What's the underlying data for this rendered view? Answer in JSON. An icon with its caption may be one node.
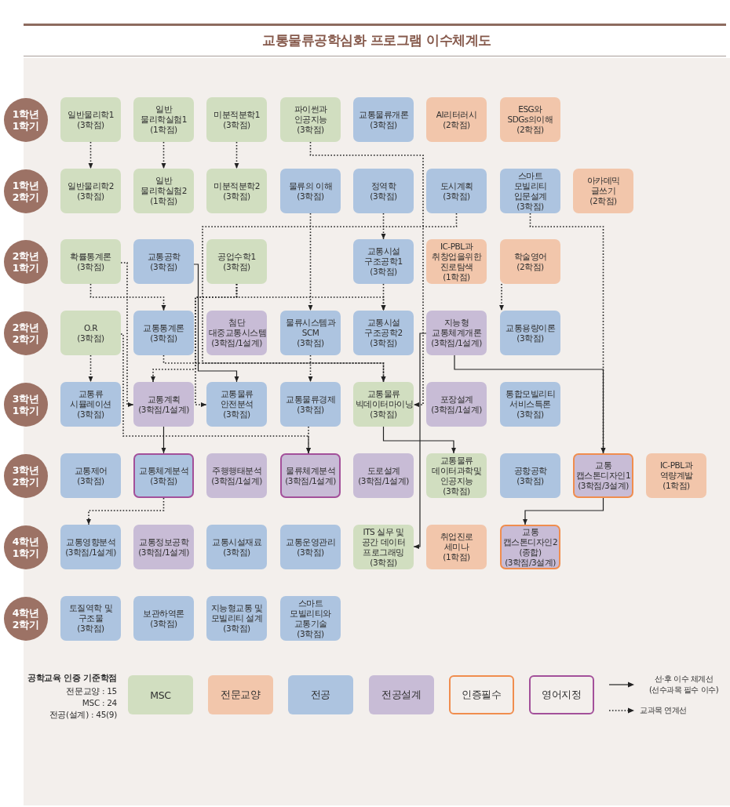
{
  "diagram": {
    "title": "교통물류공학심화 프로그램 이수체계도",
    "nodes": [
      {
        "text": [
          "1학년 1학기"
        ]
      },
      {
        "text": [
          "일반물리학1",
          "(3학점)"
        ]
      },
      {
        "text": [
          "일반 물리학실험1",
          "(1학점)"
        ]
      },
      {
        "text": [
          "미분적분학1",
          "(3학점)"
        ]
      },
      {
        "text": [
          "파이썬과 인공지능",
          "(3학점)"
        ]
      },
      {
        "text": [
          "교통물류개론",
          "(3학점)"
        ]
      },
      {
        "text": [
          "AI리터러시",
          "(2학점)"
        ]
      },
      {
        "text": [
          "ESG와 SDGs의이해",
          "(2학점)"
        ]
      },
      {
        "text": [
          "1학년 2학기"
        ]
      },
      {
        "text": [
          "일반물리학2",
          "(3학점)"
        ]
      },
      {
        "text": [
          "일반 물리학실험2",
          "(1학점)"
        ]
      },
      {
        "text": [
          "미분적분학2",
          "(3학점)"
        ]
      },
      {
        "text": [
          "물류의 이해",
          "(3학점)"
        ]
      },
      {
        "text": [
          "정역학",
          "(3학점)"
        ]
      },
      {
        "text": [
          "도시계획",
          "(3학점)"
        ]
      },
      {
        "text": [
          "스마트 모빌리티 입문설계",
          "(3학점)"
        ]
      },
      {
        "text": [
          "아카데믹 글쓰기",
          "(2학점)"
        ]
      },
      {
        "text": [
          "2학년 1학기"
        ]
      },
      {
        "text": [
          "확률통계론",
          "(3학점)"
        ]
      },
      {
        "text": [
          "교통공학",
          "(3학점)"
        ]
      },
      {
        "text": [
          "공업수학1",
          "(3학점)"
        ]
      },
      {
        "text": [
          "교통시설 구조공학1",
          "(3학점)"
        ]
      },
      {
        "text": [
          "IC-PBL과 취창업을위한 진로탐색",
          "(1학점)"
        ]
      },
      {
        "text": [
          "학술영어",
          "(2학점)"
        ]
      },
      {
        "text": [
          "2학년 2학기"
        ]
      },
      {
        "text": [
          "O.R",
          "(3학점)"
        ]
      },
      {
        "text": [
          "교통통계론",
          "(3학점)"
        ]
      },
      {
        "text": [
          "첨단 대중교통시스템",
          "(3학점/1설계)"
        ]
      },
      {
        "text": [
          "물류시스템과 SCM",
          "(3학점)"
        ]
      },
      {
        "text": [
          "교통시설 구조공학2",
          "(3학점)"
        ]
      },
      {
        "text": [
          "지능형 교통체계개론",
          "(3학점/1설계)"
        ]
      },
      {
        "text": [
          "교통용량이론",
          "(3학점)"
        ]
      },
      {
        "text": [
          "3학년 1학기"
        ]
      },
      {
        "text": [
          "교통류 시뮬레이션",
          "(3학점)"
        ]
      },
      {
        "text": [
          "교통계획",
          "(3학점/1설계)"
        ]
      },
      {
        "text": [
          "교통물류 안전분석",
          "(3학점)"
        ]
      },
      {
        "text": [
          "교통물류경제",
          "(3학점)"
        ]
      },
      {
        "text": [
          "교통물류 빅데이터마이닝",
          "(3학점)"
        ]
      },
      {
        "text": [
          "포장설계",
          "(3학점/1설계)"
        ]
      },
      {
        "text": [
          "통합모빌리티 서비스특론",
          "(3학점)"
        ]
      },
      {
        "text": [
          "3학년 2학기"
        ]
      },
      {
        "text": [
          "교통제어",
          "(3학점)"
        ]
      },
      {
        "text": [
          "교통체계분석",
          "(3학점)"
        ]
      },
      {
        "text": [
          "주행행태분석",
          "(3학점/1설계)"
        ]
      },
      {
        "text": [
          "물류체계분석",
          "(3학점/1설계)"
        ]
      },
      {
        "text": [
          "도로설계",
          "(3학점/1설계)"
        ]
      },
      {
        "text": [
          "교통물류 데이터과학및 인공지능",
          "(3학점)"
        ]
      },
      {
        "text": [
          "공항공학",
          "(3학점)"
        ]
      },
      {
        "text": [
          "교통 캡스톤디자인1",
          "(3학점/3설계)"
        ]
      },
      {
        "text": [
          "IC-PBL과 역량계발",
          "(1학점)"
        ]
      },
      {
        "text": [
          "4학년 1학기"
        ]
      },
      {
        "text": [
          "교통영향분석",
          "(3학점/1설계)"
        ]
      },
      {
        "text": [
          "교통정보공학",
          "(3학점/1설계)"
        ]
      },
      {
        "text": [
          "교통시설재료",
          "(3학점)"
        ]
      },
      {
        "text": [
          "교통운영관리",
          "(3학점)"
        ]
      },
      {
        "text": [
          "ITS 실무 및 공간 데이터 프로그래밍",
          "(3학점)"
        ]
      },
      {
        "text": [
          "취업진로 세미나",
          "(1학점)"
        ]
      },
      {
        "text": [
          "교통 캡스톤디자인2 (종합)",
          "(3학점/3설계)"
        ]
      },
      {
        "text": [
          "4학년 2학기"
        ]
      },
      {
        "text": [
          "토질역학 및 구조물",
          "(3학점)"
        ]
      },
      {
        "text": [
          "보관하역론",
          "(3학점)"
        ]
      },
      {
        "text": [
          "지능형교통 및 모빌리티 설계",
          "(3학점)"
        ]
      },
      {
        "text": [
          "스마트 모빌리티와 교통기술",
          "(3학점)"
        ]
      }
    ],
    "edges": [
      {
        "from": 1,
        "to": 9,
        "arrow": "to",
        "style": "dashed"
      },
      {
        "from": 2,
        "to": 10,
        "arrow": "to",
        "style": "dashed"
      },
      {
        "from": 3,
        "to": 11,
        "arrow": "to",
        "style": "dashed"
      },
      {
        "from": 4,
        "to": 37,
        "arrow": "to",
        "style": "dashed"
      },
      {
        "from": 12,
        "to": 28,
        "arrow": "to",
        "style": "dashed"
      },
      {
        "from": 13,
        "to": 21,
        "arrow": "to",
        "style": "dashed"
      },
      {
        "from": 14,
        "to": 37,
        "arrow": "to",
        "style": "dashed"
      },
      {
        "from": 15,
        "to": 48,
        "arrow": "to",
        "style": "dashed"
      },
      {
        "from": 18,
        "to": 26,
        "arrow": "to",
        "style": "dashed"
      },
      {
        "from": 18,
        "to": 34,
        "arrow": "to",
        "style": "dashed"
      },
      {
        "from": 19,
        "to": 35,
        "arrow": "to"
      },
      {
        "from": 20,
        "to": 35,
        "arrow": "to",
        "style": "dashed"
      },
      {
        "from": 20,
        "to": 34,
        "arrow": "to",
        "style": "dashed"
      },
      {
        "from": 20,
        "to": 29,
        "arrow": "to",
        "style": "dashed"
      },
      {
        "from": 21,
        "to": 29,
        "arrow": "to",
        "style": "dashed"
      },
      {
        "from": 23,
        "to": 31,
        "arrow": "to",
        "style": "dashed"
      },
      {
        "from": 25,
        "to": 33,
        "arrow": "to",
        "style": "dashed"
      },
      {
        "from": 25,
        "to": 44,
        "arrow": "to",
        "style": "dashed"
      },
      {
        "from": 26,
        "to": 37,
        "arrow": "to",
        "style": "dashed"
      },
      {
        "from": 28,
        "to": 36,
        "arrow": "to",
        "style": "dashed"
      },
      {
        "from": 30,
        "to": 55,
        "arrow": "to"
      },
      {
        "from": 30,
        "to": 48,
        "arrow": "to"
      },
      {
        "from": 34,
        "to": 42,
        "arrow": "to"
      },
      {
        "from": 36,
        "to": 44,
        "arrow": "to",
        "style": "dashed"
      },
      {
        "from": 37,
        "to": 46,
        "arrow": "to"
      },
      {
        "from": 42,
        "to": 51,
        "arrow": "to",
        "style": "dashed"
      },
      {
        "from": 48,
        "to": 57,
        "arrow": "to"
      }
    ],
    "labels": [
      "공학교육 인증 기준학점",
      "전문교양 : 15",
      "MSC : 24",
      "전공(설계) : 45(9)"
    ],
    "legend": [
      {
        "text": "MSC",
        "color": "#d1dec0"
      },
      {
        "text": "전문교양",
        "color": "#f2c6ab"
      },
      {
        "text": "전공",
        "color": "#adc4e0"
      },
      {
        "text": "전공설계",
        "color": "#c8bcd6"
      },
      {
        "text": "인증필수",
        "color": "#f08d4e"
      },
      {
        "text": "영어지정",
        "color": "#a3509a"
      },
      {
        "text": "선·후 이수 체계선 (선수과목 필수 이수)"
      },
      {
        "text": "교과목 연계선"
      }
    ]
  }
}
